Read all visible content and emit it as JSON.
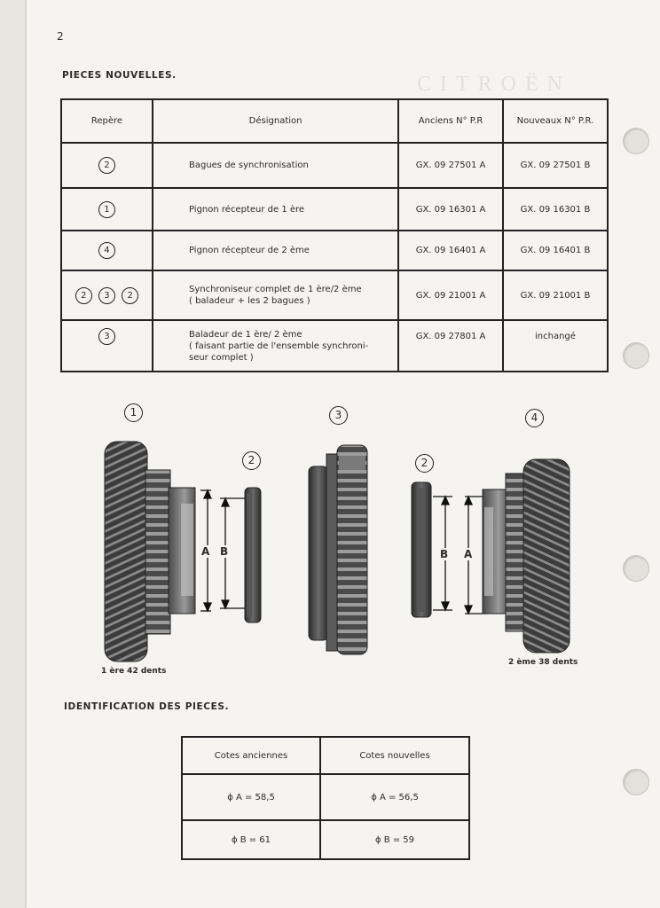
{
  "page_number": "2",
  "section_new_parts": "PIECES NOUVELLES.",
  "parts_table": {
    "headers": [
      "Repère",
      "Désignation",
      "Anciens N° P.R",
      "Nouveaux N° P.R."
    ],
    "rows": [
      {
        "refs": [
          "2"
        ],
        "designation": [
          "Bagues de synchronisation"
        ],
        "old": "GX. 09 27501 A",
        "new": "GX. 09 27501 B"
      },
      {
        "refs": [
          "1"
        ],
        "designation": [
          "Pignon récepteur de 1 ère"
        ],
        "old": "GX. 09 16301 A",
        "new": "GX. 09 16301 B"
      },
      {
        "refs": [
          "4"
        ],
        "designation": [
          "Pignon récepteur  de 2 ème"
        ],
        "old": "GX. 09 16401 A",
        "new": "GX. 09 16401 B"
      },
      {
        "refs": [
          "2",
          "3",
          "2"
        ],
        "designation": [
          "Synchroniseur complet de 1 ère/2 ème",
          "( baladeur + les 2 bagues )"
        ],
        "old": "GX. 09 21001 A",
        "new": "GX. 09 21001 B"
      },
      {
        "refs": [
          "3"
        ],
        "designation": [
          "Baladeur de 1 ère/ 2 ème",
          "( faisant partie de l'ensemble synchroni-",
          "seur complet )"
        ],
        "old": "GX. 09 27801 A",
        "new": "inchangé"
      }
    ]
  },
  "figure": {
    "labels": {
      "gear1": "1",
      "ring_left": "2",
      "gear3": "3",
      "ring_right": "2",
      "gear4": "4"
    },
    "dim_a": "A",
    "dim_b": "B",
    "caption_left": "1 ère 42 dents",
    "caption_right": "2 ème 38 dents"
  },
  "section_identification": "IDENTIFICATION DES PIECES.",
  "ident_table": {
    "headers": [
      "Cotes anciennes",
      "Cotes nouvelles"
    ],
    "rows": [
      [
        "ϕ A = 58,5",
        "ϕ A = 56,5"
      ],
      [
        "ϕ B = 61",
        "ϕ B = 59"
      ]
    ]
  },
  "colors": {
    "paper": "#f6f4f1",
    "ink": "#222222",
    "gear_dark": "#3a3a3a",
    "gear_mid": "#6b6b6b"
  }
}
